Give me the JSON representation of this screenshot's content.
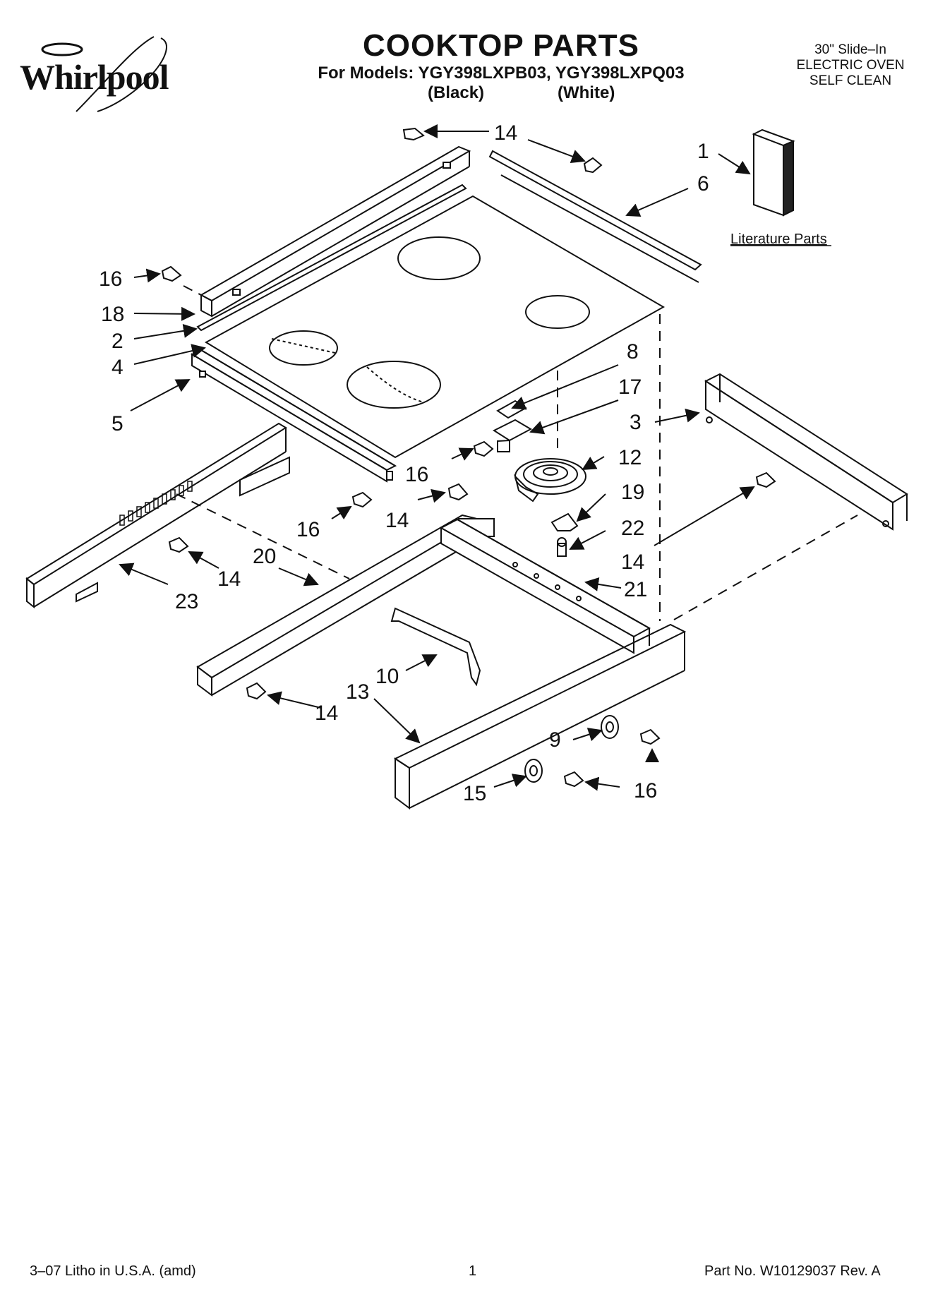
{
  "header": {
    "brand": "Whirlpool",
    "title": "COOKTOP PARTS",
    "models_line": "For Models: YGY398LXPB03, YGY398LXPQ03",
    "variant_black": "(Black)",
    "variant_white": "(White)",
    "spec": [
      "30\" Slide–In",
      "ELECTRIC OVEN",
      "SELF CLEAN"
    ]
  },
  "literature_label": "Literature Parts",
  "callouts": {
    "c1": "1",
    "c2": "2",
    "c3": "3",
    "c4": "4",
    "c5": "5",
    "c6": "6",
    "c8": "8",
    "c9": "9",
    "c10": "10",
    "c12": "12",
    "c13": "13",
    "c14": "14",
    "c15": "15",
    "c16": "16",
    "c17": "17",
    "c18": "18",
    "c19": "19",
    "c20": "20",
    "c21": "21",
    "c22": "22",
    "c23": "23"
  },
  "footer": {
    "litho": "3–07 Litho in U.S.A. (amd)",
    "page": "1",
    "part_no": "Part No. W10129037 Rev. A"
  }
}
